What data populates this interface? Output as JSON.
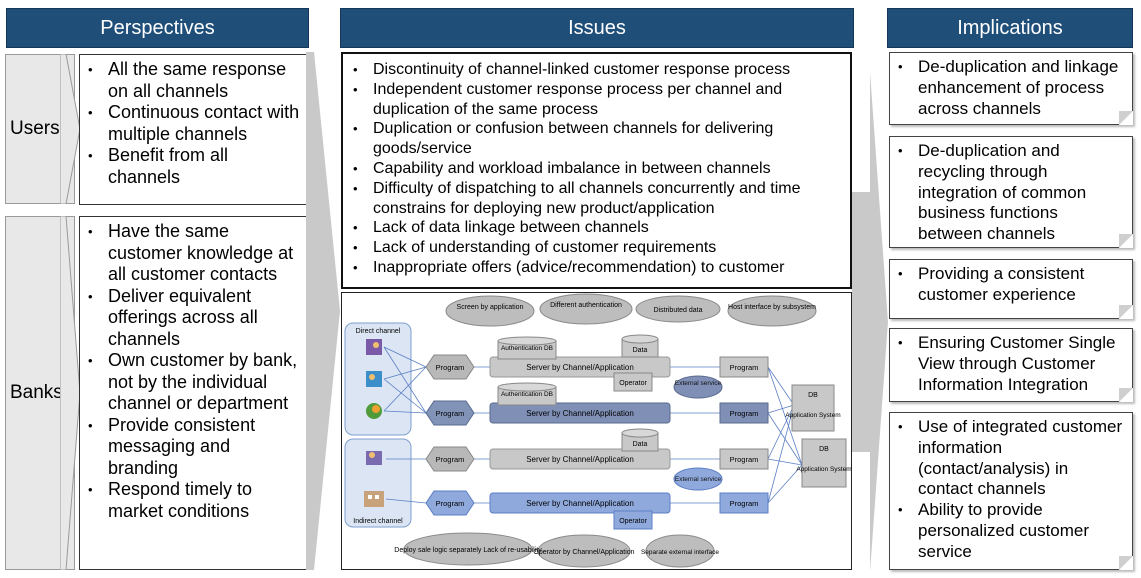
{
  "headers": {
    "perspectives": "Perspectives",
    "issues": "Issues",
    "implications": "Implications"
  },
  "users": {
    "label": "Users",
    "items": [
      "All the same response on all channels",
      "Continuous contact with multiple channels",
      "Benefit from all channels"
    ]
  },
  "banks": {
    "label": "Banks",
    "items": [
      "Have the same customer knowledge at all customer contacts",
      "Deliver equivalent offerings across all channels",
      "Own customer by bank, not by the individual channel or department",
      "Provide consistent messaging and branding",
      "Respond timely to market conditions"
    ]
  },
  "issues": [
    "Discontinuity of channel-linked customer response process",
    "Independent customer response process per channel and duplication of the same process",
    "Duplication or confusion between channels for delivering goods/service",
    "Capability and workload imbalance in between channels",
    "Difficulty of dispatching to all channels concurrently and time constrains for deploying new product/application",
    "Lack of data linkage between channels",
    "Lack of understanding of customer requirements",
    "Inappropriate offers (advice/recommendation) to customer"
  ],
  "implications": [
    [
      "De-duplication and linkage enhancement of process across channels"
    ],
    [
      "De-duplication and recycling through integration of common business functions between channels"
    ],
    [
      "Providing a consistent customer experience"
    ],
    [
      "Ensuring Customer Single View through Customer Information Integration"
    ],
    [
      "Use of integrated customer information (contact/analysis) in contact channels",
      "Ability to provide personalized customer service"
    ]
  ],
  "diagram": {
    "callouts": {
      "screen": "Screen by application",
      "auth": "Different authentication",
      "distributed": "Distributed data",
      "host": "Host interface by subsystem",
      "deploy": "Deploy sale logic separately Lack of re-usability",
      "operator_by": "Operator by Channel/Application",
      "separate": "Separate external interface"
    },
    "direct_channel": "Direct channel",
    "indirect_channel": "Indirect channel",
    "program": "Program",
    "server": "Server by Channel/Application",
    "auth_db": "Authentication DB",
    "data": "Data",
    "operator": "Operator",
    "external_service": "External service",
    "db": "DB",
    "app_system": "Application System"
  },
  "colors": {
    "header_bg": "#1f4e79",
    "accent_blue": "#8fa9dc",
    "grey": "#bfbfbf"
  }
}
